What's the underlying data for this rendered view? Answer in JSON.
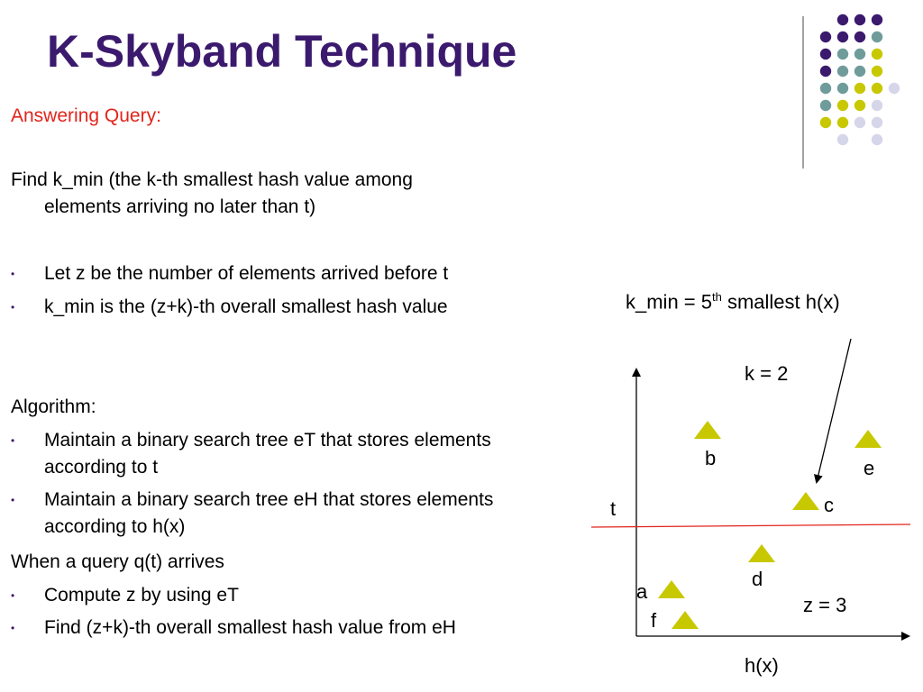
{
  "title": "K-Skyband Technique",
  "colors": {
    "title": "#3b1a6e",
    "red": "#e2241b",
    "triangle": "#c8c800",
    "dot_purple": "#3b1a6e",
    "dot_teal": "#6f9c9a",
    "dot_yellow": "#c8c800",
    "dot_lavender": "#d6d6ea"
  },
  "content": {
    "heading": "Answering Query:",
    "find_line1": "Find k_min (the k-th smallest hash value among",
    "find_line2": "elements arriving no later than t)",
    "bullet1": "Let z be the number of elements arrived before t",
    "bullet2": "k_min is the (z+k)-th overall smallest hash value",
    "algorithm": "Algorithm:",
    "alg_bullet1_line1": "Maintain a binary search tree eT that stores elements",
    "alg_bullet1_line2": "according to t",
    "alg_bullet2_line1": "Maintain a binary search tree eH that stores elements",
    "alg_bullet2_line2": "according to h(x)",
    "when_line": "When a query q(t) arrives",
    "bullet3": "Compute z by using eT",
    "bullet4": "Find (z+k)-th overall smallest hash value from eH",
    "bullet_symbol": "•"
  },
  "diagram": {
    "kmin_prefix": "k_min = 5",
    "kmin_sup": "th",
    "kmin_suffix": " smallest h(x)",
    "k_label": "k = 2",
    "z_label": "z = 3",
    "t_label": "t",
    "x_axis_label": "h(x)",
    "points": [
      "a",
      "b",
      "c",
      "d",
      "e",
      "f"
    ]
  }
}
